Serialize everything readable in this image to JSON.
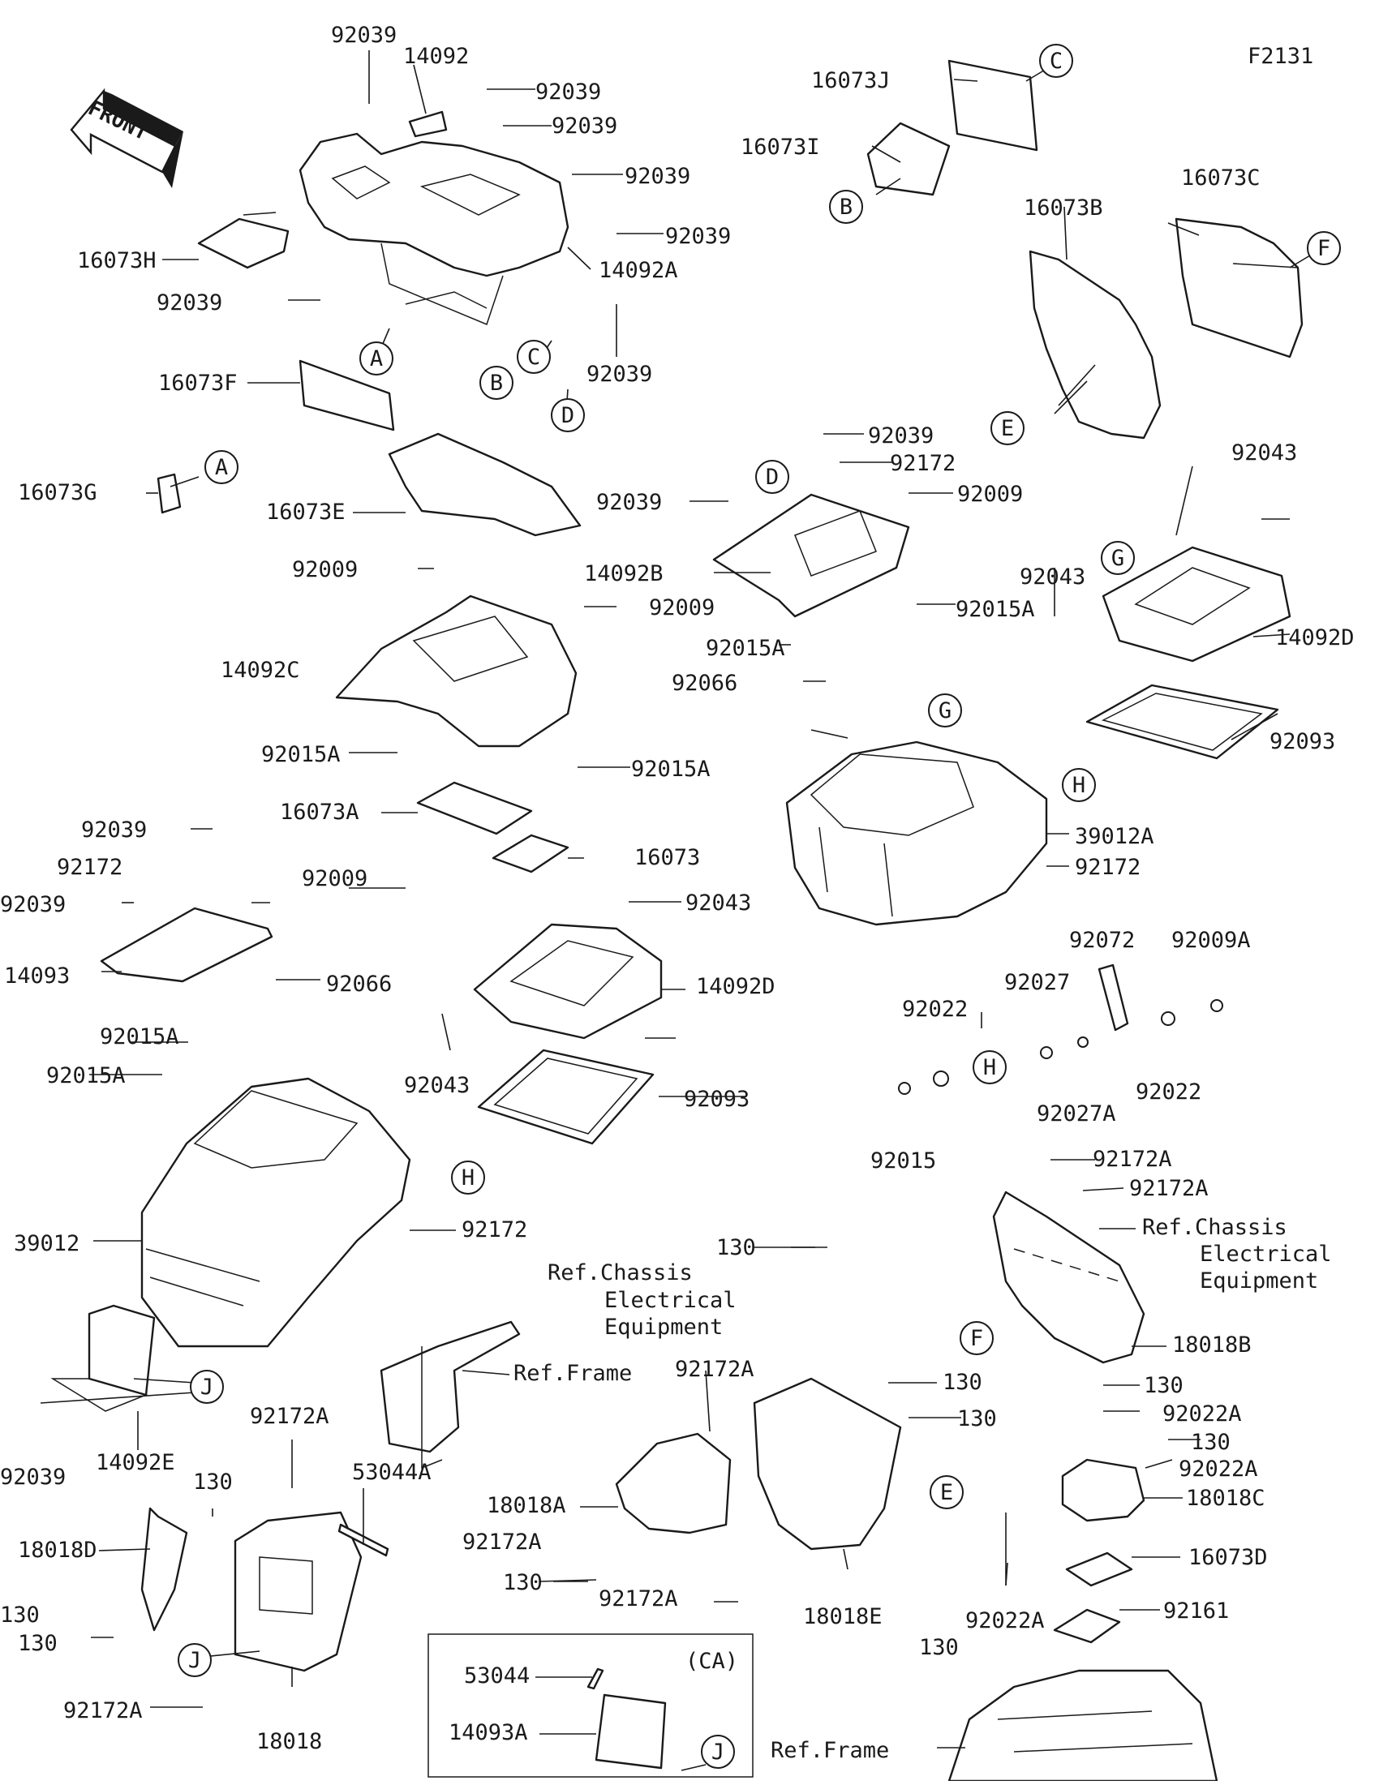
{
  "figure_code": "F2131",
  "front_label": "FRONT",
  "ca_label": "(CA)",
  "callouts": [
    {
      "id": "l1",
      "text": "92039"
    },
    {
      "id": "l2",
      "text": "14092"
    },
    {
      "id": "l3",
      "text": "92039"
    },
    {
      "id": "l4",
      "text": "92039"
    },
    {
      "id": "l5",
      "text": "92039"
    },
    {
      "id": "l6",
      "text": "92039"
    },
    {
      "id": "l7",
      "text": "14092A"
    },
    {
      "id": "l8",
      "text": "16073H"
    },
    {
      "id": "l9",
      "text": "92039"
    },
    {
      "id": "l10",
      "text": "92039"
    },
    {
      "id": "l11",
      "text": "16073F"
    },
    {
      "id": "l12",
      "text": "16073G"
    },
    {
      "id": "l13",
      "text": "16073E"
    },
    {
      "id": "l14",
      "text": "16073J"
    },
    {
      "id": "l15",
      "text": "16073I"
    },
    {
      "id": "l16",
      "text": "16073B"
    },
    {
      "id": "l17",
      "text": "16073C"
    },
    {
      "id": "l18",
      "text": "92039"
    },
    {
      "id": "l19",
      "text": "92172"
    },
    {
      "id": "l20",
      "text": "92009"
    },
    {
      "id": "l21",
      "text": "92039"
    },
    {
      "id": "l22",
      "text": "14092B"
    },
    {
      "id": "l23",
      "text": "92009"
    },
    {
      "id": "l24",
      "text": "92015A"
    },
    {
      "id": "l25",
      "text": "92015A"
    },
    {
      "id": "l26",
      "text": "92066"
    },
    {
      "id": "l27",
      "text": "92043"
    },
    {
      "id": "l28",
      "text": "92043"
    },
    {
      "id": "l29",
      "text": "14092D"
    },
    {
      "id": "l30",
      "text": "92093"
    },
    {
      "id": "l31",
      "text": "92009"
    },
    {
      "id": "l32",
      "text": "14092C"
    },
    {
      "id": "l33",
      "text": "92015A"
    },
    {
      "id": "l34",
      "text": "92015A"
    },
    {
      "id": "l35",
      "text": "16073A"
    },
    {
      "id": "l36",
      "text": "16073"
    },
    {
      "id": "l37",
      "text": "39012A"
    },
    {
      "id": "l38",
      "text": "92172"
    },
    {
      "id": "l39",
      "text": "92039"
    },
    {
      "id": "l40",
      "text": "92172"
    },
    {
      "id": "l41",
      "text": "92009"
    },
    {
      "id": "l42",
      "text": "92039"
    },
    {
      "id": "l43",
      "text": "14093"
    },
    {
      "id": "l44",
      "text": "92066"
    },
    {
      "id": "l45",
      "text": "92015A"
    },
    {
      "id": "l46",
      "text": "92015A"
    },
    {
      "id": "l47",
      "text": "92043"
    },
    {
      "id": "l48",
      "text": "14092D"
    },
    {
      "id": "l49",
      "text": "92043"
    },
    {
      "id": "l50",
      "text": "92093"
    },
    {
      "id": "l51",
      "text": "39012"
    },
    {
      "id": "l52",
      "text": "92172"
    },
    {
      "id": "l53",
      "text": "92072"
    },
    {
      "id": "l54",
      "text": "92009A"
    },
    {
      "id": "l55",
      "text": "92027"
    },
    {
      "id": "l56",
      "text": "92022"
    },
    {
      "id": "l57",
      "text": "92027A"
    },
    {
      "id": "l58",
      "text": "92022"
    },
    {
      "id": "l59",
      "text": "92015"
    },
    {
      "id": "l60",
      "text": "92172A"
    },
    {
      "id": "l61",
      "text": "92172A"
    },
    {
      "id": "l62",
      "text": "Ref.Chassis"
    },
    {
      "id": "l63",
      "text": "Electrical"
    },
    {
      "id": "l64",
      "text": "Equipment"
    },
    {
      "id": "l65",
      "text": "18018B"
    },
    {
      "id": "l66",
      "text": "130"
    },
    {
      "id": "l67",
      "text": "Ref.Chassis"
    },
    {
      "id": "l68",
      "text": "Electrical"
    },
    {
      "id": "l69",
      "text": "Equipment"
    },
    {
      "id": "l70",
      "text": "Ref.Frame"
    },
    {
      "id": "l71",
      "text": "92172A"
    },
    {
      "id": "l72",
      "text": "130"
    },
    {
      "id": "l73",
      "text": "130"
    },
    {
      "id": "l74",
      "text": "130"
    },
    {
      "id": "l75",
      "text": "92022A"
    },
    {
      "id": "l76",
      "text": "130"
    },
    {
      "id": "l77",
      "text": "92022A"
    },
    {
      "id": "l78",
      "text": "18018C"
    },
    {
      "id": "l79",
      "text": "16073D"
    },
    {
      "id": "l80",
      "text": "92161"
    },
    {
      "id": "l81",
      "text": "130"
    },
    {
      "id": "l82",
      "text": "92022A"
    },
    {
      "id": "l83",
      "text": "92039"
    },
    {
      "id": "l84",
      "text": "14092E"
    },
    {
      "id": "l85",
      "text": "92172A"
    },
    {
      "id": "l86",
      "text": "53044A"
    },
    {
      "id": "l87",
      "text": "130"
    },
    {
      "id": "l88",
      "text": "18018D"
    },
    {
      "id": "l89",
      "text": "130"
    },
    {
      "id": "l90",
      "text": "130"
    },
    {
      "id": "l91",
      "text": "18018A"
    },
    {
      "id": "l92",
      "text": "92172A"
    },
    {
      "id": "l93",
      "text": "130"
    },
    {
      "id": "l94",
      "text": "92172A"
    },
    {
      "id": "l95",
      "text": "18018E"
    },
    {
      "id": "l96",
      "text": "92172A"
    },
    {
      "id": "l97",
      "text": "18018"
    },
    {
      "id": "l98",
      "text": "53044"
    },
    {
      "id": "l99",
      "text": "14093A"
    },
    {
      "id": "l100",
      "text": "Ref.Frame"
    }
  ],
  "reference_letters": [
    {
      "id": "c1",
      "text": "C"
    },
    {
      "id": "c2",
      "text": "B"
    },
    {
      "id": "c3",
      "text": "F"
    },
    {
      "id": "c4",
      "text": "E"
    },
    {
      "id": "c5",
      "text": "A"
    },
    {
      "id": "c6",
      "text": "C"
    },
    {
      "id": "c7",
      "text": "B"
    },
    {
      "id": "c8",
      "text": "D"
    },
    {
      "id": "c9",
      "text": "A"
    },
    {
      "id": "c10",
      "text": "D"
    },
    {
      "id": "c11",
      "text": "G"
    },
    {
      "id": "c12",
      "text": "G"
    },
    {
      "id": "c13",
      "text": "H"
    },
    {
      "id": "c14",
      "text": "H"
    },
    {
      "id": "c15",
      "text": "H"
    },
    {
      "id": "c16",
      "text": "F"
    },
    {
      "id": "c17",
      "text": "E"
    },
    {
      "id": "c18",
      "text": "J"
    },
    {
      "id": "c19",
      "text": "J"
    },
    {
      "id": "c20",
      "text": "J"
    }
  ]
}
